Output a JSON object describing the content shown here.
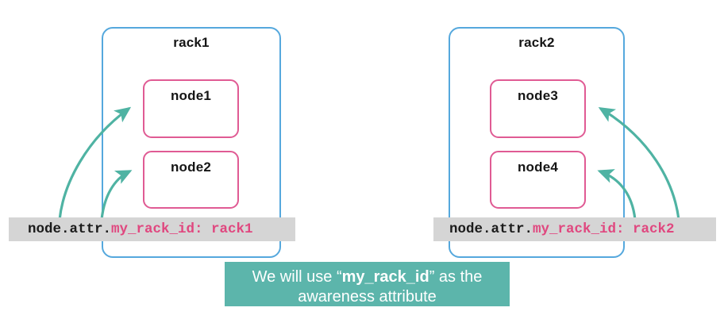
{
  "diagram": {
    "title_hidden": "",
    "racks": [
      {
        "name": "rack1",
        "nodes": [
          "node1",
          "node2"
        ],
        "code_label": {
          "prefix": "node.attr.",
          "key": "my_rack_id: rack1",
          "full": "node.attr.my_rack_id: rack1"
        }
      },
      {
        "name": "rack2",
        "nodes": [
          "node3",
          "node4"
        ],
        "code_label": {
          "prefix": "node.attr.",
          "key": "my_rack_id: rack2",
          "full": "node.attr.my_rack_id: rack2"
        }
      }
    ],
    "caption": {
      "line1_pre": "We will use “",
      "line1_bold": "my_rack_id",
      "line1_post": "” as the",
      "line2": "awareness attribute",
      "full": "We will use “my_rack_id” as the awareness attribute"
    },
    "arrows": {
      "count": 4,
      "description": "curved arrows from each attribute label to its two nodes"
    },
    "colors": {
      "rack_border": "#55a8dd",
      "node_border": "#e05b94",
      "arrow": "#4fb3a3",
      "label_background": "#d5d5d5",
      "label_key_text": "#e0477f",
      "label_text": "#1b1b1b",
      "caption_background": "#5cb5ab",
      "caption_text": "#ffffff",
      "page_background": "#ffffff"
    }
  }
}
